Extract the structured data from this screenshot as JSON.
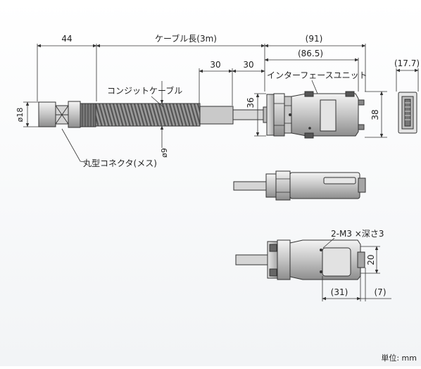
{
  "dimensions": {
    "connector_length": "44",
    "cable_length": "ケーブル長(3m)",
    "interface_length": "(91)",
    "interface_body_length": "(86.5)",
    "interface_width": "(17.7)",
    "sleeve_1": "30",
    "sleeve_2": "30",
    "connector_height": "36",
    "connector_dia": "ø18",
    "cable_dia": "ø9",
    "unit_height": "38",
    "bottom_length": "(31)",
    "bottom_offset": "(7)",
    "bottom_height": "20"
  },
  "labels": {
    "composite_cable": "コンジットケーブル",
    "interface_unit": "インターフェースユニット",
    "round_connector": "丸型コネクタ(メス)",
    "screw_spec": "2-M3 ×深さ3"
  },
  "unit": "単位: mm"
}
